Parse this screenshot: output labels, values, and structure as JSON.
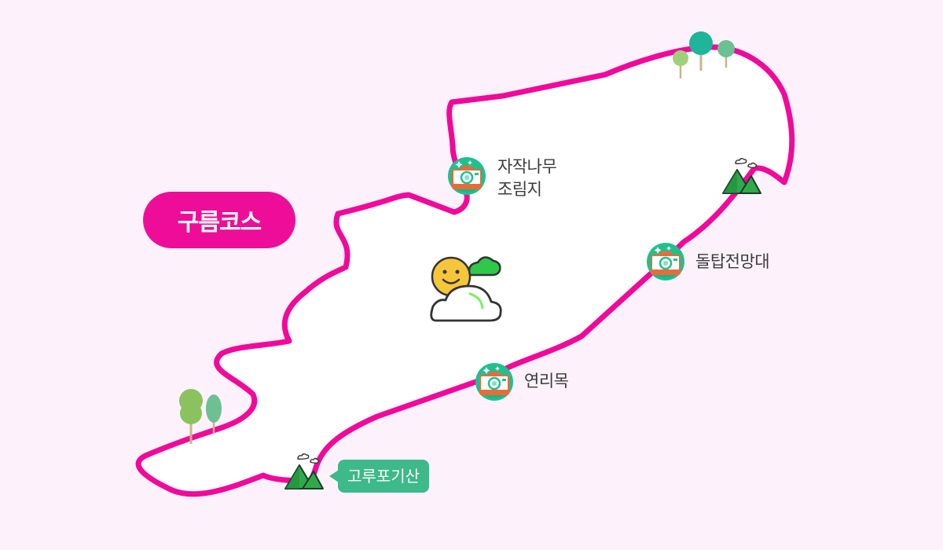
{
  "course": {
    "name": "구름코스"
  },
  "points_of_interest": [
    {
      "id": "jajak",
      "label_lines": [
        "자작나무",
        "조림지"
      ],
      "icon": "camera-icon"
    },
    {
      "id": "doltap",
      "label_lines": [
        "돌탑전망대"
      ],
      "icon": "camera-icon"
    },
    {
      "id": "yeonri",
      "label_lines": [
        "연리목"
      ],
      "icon": "camera-icon"
    }
  ],
  "peak": {
    "label": "고루포기산",
    "icon": "mountain-icon"
  },
  "colors": {
    "route": "#f0099b",
    "badge": "#ee0d99",
    "background": "#fdf2fb",
    "tooltip": "#3db98a",
    "camera_circle": "#1fc08e",
    "camera_body": "#e96b3a"
  }
}
